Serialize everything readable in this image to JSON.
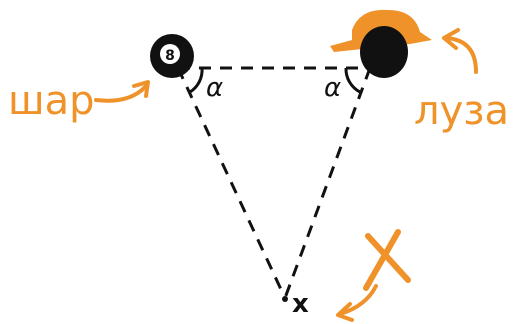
{
  "labels": {
    "ball_label": "шар",
    "pocket_label": "луза",
    "angle_left": "α",
    "angle_right": "α",
    "target_small": "x",
    "target_big": "X",
    "ball_number": "8"
  },
  "colors": {
    "ink": "#111111",
    "accent": "#f0922a",
    "background": "#ffffff"
  }
}
